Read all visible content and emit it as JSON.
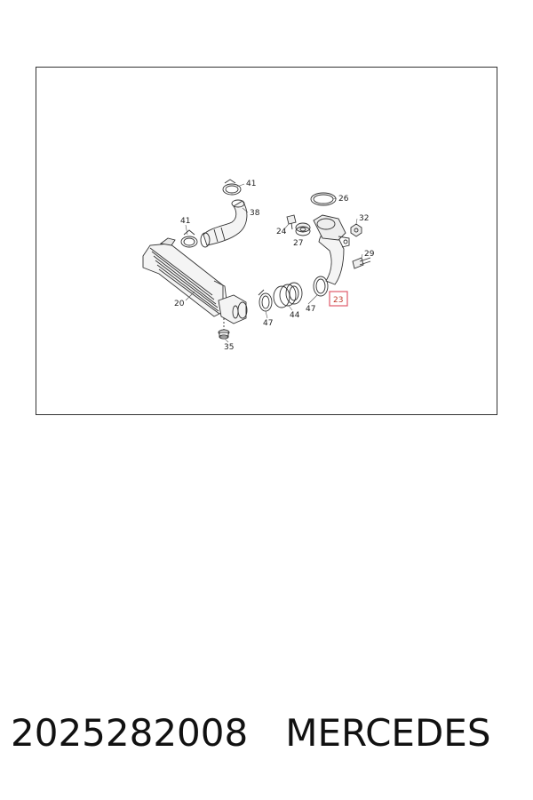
{
  "diagram": {
    "callouts": [
      {
        "id": "c41a",
        "label": "41"
      },
      {
        "id": "c38",
        "label": "38"
      },
      {
        "id": "c41b",
        "label": "41"
      },
      {
        "id": "c26",
        "label": "26"
      },
      {
        "id": "c32",
        "label": "32"
      },
      {
        "id": "c24",
        "label": "24"
      },
      {
        "id": "c27",
        "label": "27"
      },
      {
        "id": "c29",
        "label": "29"
      },
      {
        "id": "c20",
        "label": "20"
      },
      {
        "id": "c23",
        "label": "23",
        "highlight": true
      },
      {
        "id": "c47a",
        "label": "47"
      },
      {
        "id": "c44",
        "label": "44"
      },
      {
        "id": "c47b",
        "label": "47"
      },
      {
        "id": "c35",
        "label": "35"
      }
    ],
    "highlight_color": "#e05a6a"
  },
  "footer": {
    "part_number": "2025282008",
    "brand": "MERCEDES"
  }
}
